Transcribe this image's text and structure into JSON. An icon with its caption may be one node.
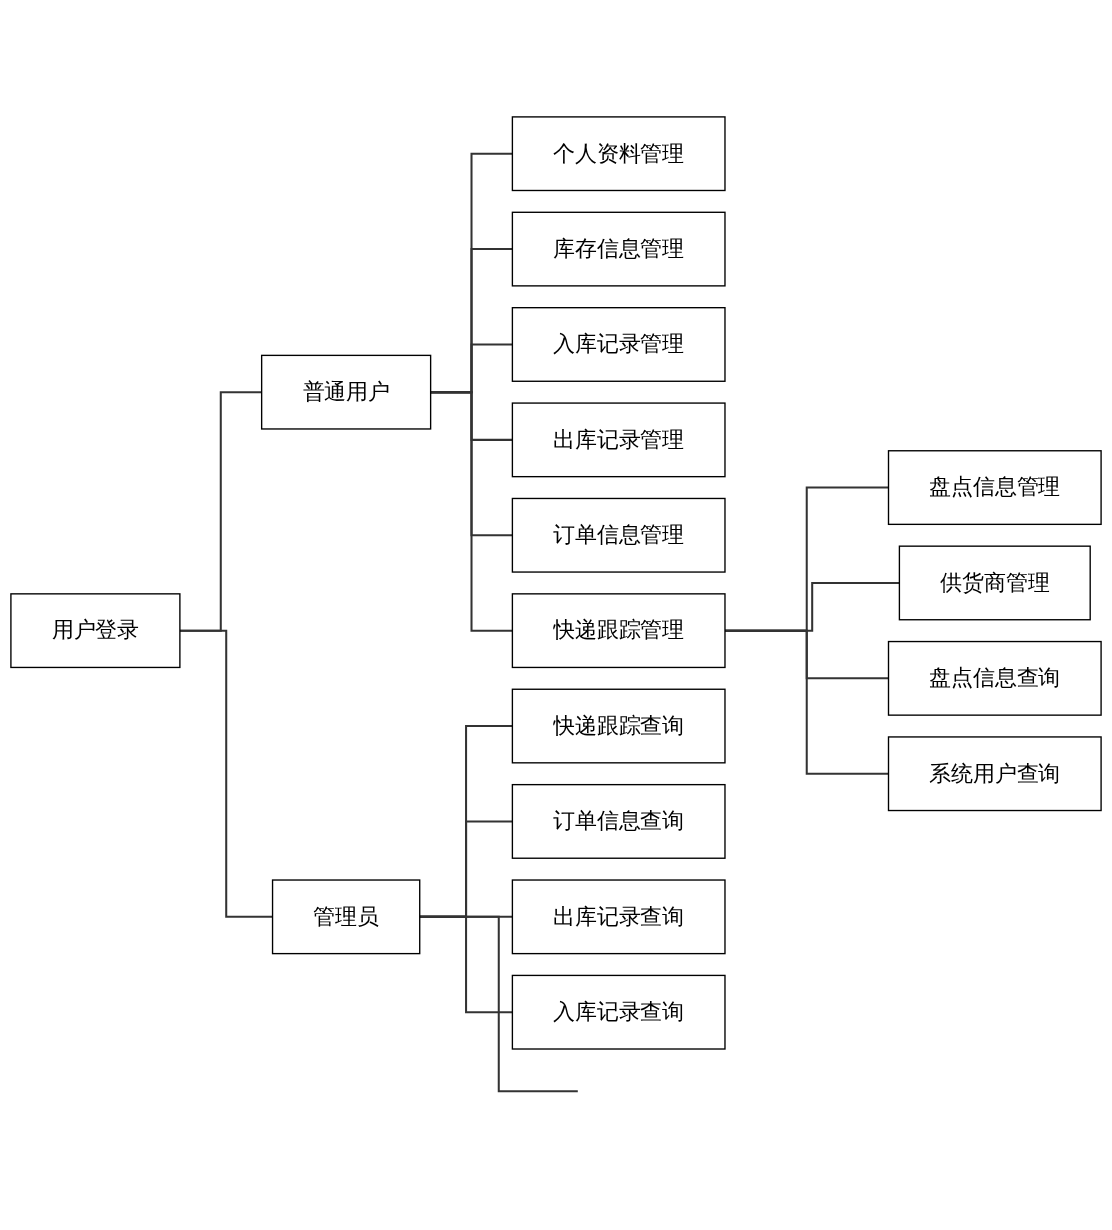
{
  "diagram": {
    "nodes": [
      {
        "text": [
          "用户登录"
        ]
      },
      {
        "text": [
          "普通用户"
        ]
      },
      {
        "text": [
          "个人资料管理"
        ]
      },
      {
        "text": [
          "库存信息管理"
        ]
      },
      {
        "text": [
          "入库记录管理"
        ]
      },
      {
        "text": [
          "出库记录管理"
        ]
      },
      {
        "text": [
          "订单信息管理"
        ]
      },
      {
        "text": [
          "快递跟踪管理"
        ]
      },
      {
        "text": [
          "盘点信息管理"
        ]
      },
      {
        "text": [
          "供货商管理"
        ]
      },
      {
        "text": [
          "盘点信息查询"
        ]
      },
      {
        "text": [
          "系统用户查询"
        ]
      },
      {
        "text": [
          "管理员"
        ]
      },
      {
        "text": [
          "快递跟踪查询"
        ]
      },
      {
        "text": [
          "订单信息查询"
        ]
      },
      {
        "text": [
          "出库记录查询"
        ]
      },
      {
        "text": [
          "入库记录查询"
        ]
      }
    ],
    "edges": [
      {
        "from": 0,
        "to": 1,
        "arrow": "none"
      },
      {
        "from": 0,
        "to": 12,
        "arrow": "none"
      },
      {
        "from": 1,
        "to": 2,
        "arrow": "none"
      },
      {
        "from": 1,
        "to": 3,
        "arrow": "none"
      },
      {
        "from": 1,
        "to": 4,
        "arrow": "none"
      },
      {
        "from": 1,
        "to": 5,
        "arrow": "none"
      },
      {
        "from": 1,
        "to": 6,
        "arrow": "none"
      },
      {
        "from": 1,
        "to": 7,
        "arrow": "none"
      },
      {
        "from": 7,
        "to": 8,
        "arrow": "none"
      },
      {
        "from": 7,
        "to": 9,
        "arrow": "none"
      },
      {
        "from": 7,
        "to": 10,
        "arrow": "none"
      },
      {
        "from": 7,
        "to": 11,
        "arrow": "none"
      },
      {
        "from": 12,
        "to": 13,
        "arrow": "none"
      },
      {
        "from": 12,
        "to": 14,
        "arrow": "none"
      },
      {
        "from": 12,
        "to": 15,
        "arrow": "none"
      },
      {
        "from": 12,
        "to": 16,
        "arrow": "none"
      },
      {
        "from": 12,
        "to": null,
        "arrow": "none"
      }
    ]
  }
}
